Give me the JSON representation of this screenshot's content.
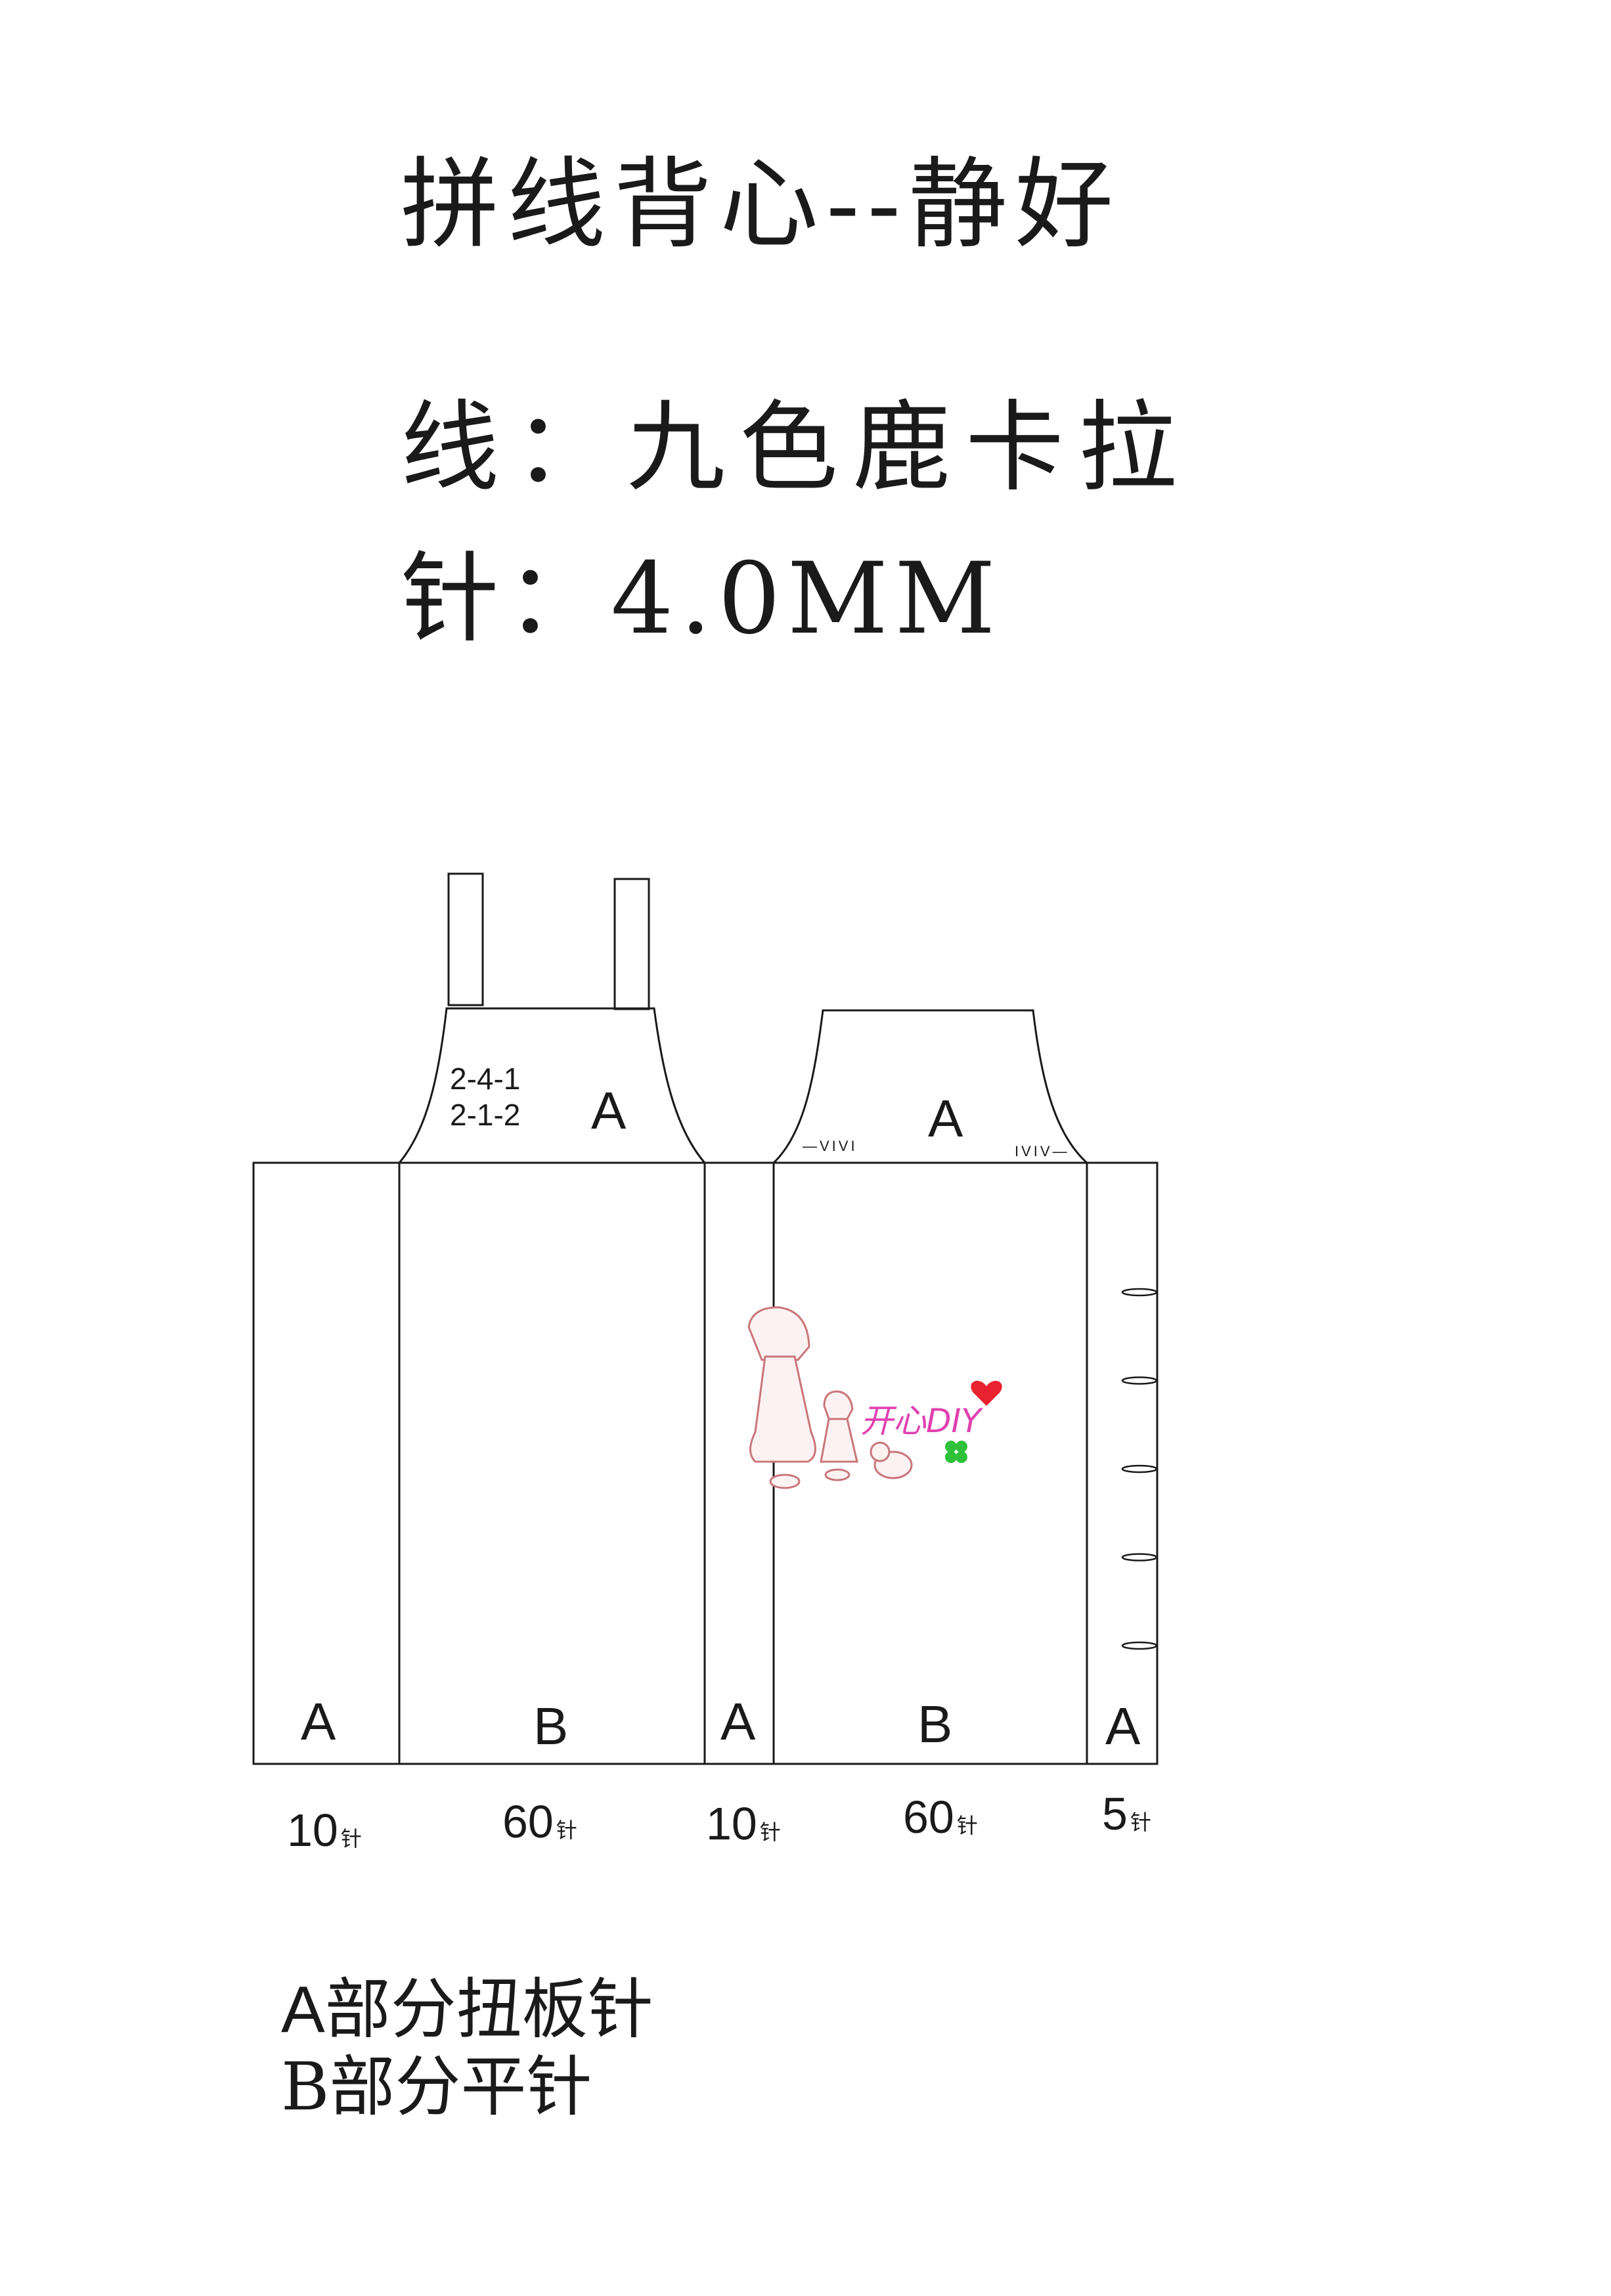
{
  "header": {
    "title": "拼线背心--静好",
    "yarn_label": "线：九色鹿卡拉",
    "needle_label": "针：4.0MM"
  },
  "diagram": {
    "shaping_line1": "2-4-1",
    "shaping_line2": "2-1-2",
    "front_yoke_label": "A",
    "back_yoke_label": "A",
    "tick_left": "—VIVI",
    "tick_right": "IVIV—",
    "panel_labels": [
      "A",
      "B",
      "A",
      "B",
      "A"
    ],
    "stitch_counts": [
      {
        "num": "10",
        "unit": "针"
      },
      {
        "num": "60",
        "unit": "针"
      },
      {
        "num": "10",
        "unit": "针"
      },
      {
        "num": "60",
        "unit": "针"
      },
      {
        "num": "5",
        "unit": "针"
      }
    ],
    "buttonhole_count": 5
  },
  "watermark": {
    "text": "开心DIY",
    "heart_color": "#e8222e",
    "text_color": "#e040b0",
    "clover_color": "#2fc13a"
  },
  "legend": {
    "a_letter": "A",
    "a_text": "部分扭板针",
    "b_letter": "B",
    "b_text": "部分平针"
  }
}
